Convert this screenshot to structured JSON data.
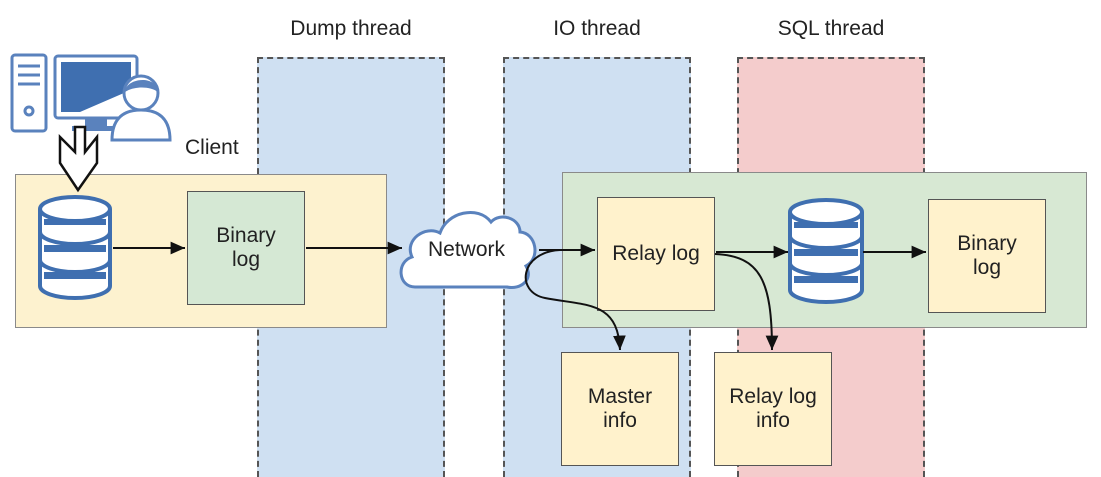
{
  "lanes": {
    "dump": {
      "title": "Dump thread"
    },
    "io": {
      "title": "IO thread"
    },
    "sql": {
      "title": "SQL thread"
    }
  },
  "client": {
    "label": "Client",
    "icon": "client-computer-user-icon"
  },
  "master": {
    "database_icon": "database-icon",
    "binary_log": "Binary\nlog"
  },
  "network": {
    "label": "Network",
    "icon": "cloud-icon"
  },
  "replica": {
    "relay_log": "Relay log",
    "database_icon": "database-icon",
    "binary_log": "Binary\nlog"
  },
  "info": {
    "master_info": "Master\ninfo",
    "relay_log_info": "Relay log\ninfo"
  },
  "colors": {
    "lane_blue": "#cfe0f2",
    "lane_red": "#f4cccc",
    "panel_yellow": "#fdf2cf",
    "panel_green": "#d7e8d3",
    "box_green": "#d5e8d4",
    "box_yellow": "#fff2cc",
    "db_blue": "#3f6fb0",
    "icon_blue": "#5a82bd"
  }
}
